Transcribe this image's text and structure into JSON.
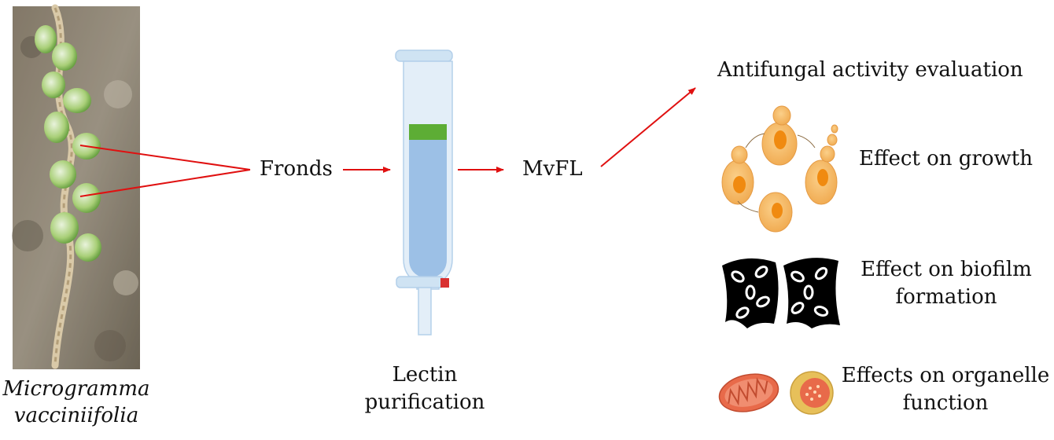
{
  "diagram": {
    "plant": {
      "line1": "Microgramma",
      "line2": "vacciniifolia",
      "icon": "fern-photo"
    },
    "fronds_label": "Fronds",
    "purification": {
      "line1": "Lectin",
      "line2": "purification",
      "icon": "chromatography-column-icon"
    },
    "product_label": "MvFL",
    "evaluation_title": "Antifungal activity evaluation",
    "effects": [
      {
        "line1": "Effect on growth",
        "line2": "",
        "icon": "yeast-budding-cycle-icon"
      },
      {
        "line1": "Effect on biofilm",
        "line2": "formation",
        "icon": "biofilm-icon"
      },
      {
        "line1": "Effects on organelle",
        "line2": "function",
        "icon": "organelle-icon"
      }
    ],
    "colors": {
      "arrow": "#e01010",
      "column_glass": "#cfe3f3",
      "column_liquid": "#9cc0e6",
      "column_band": "#5dad35",
      "stopcock": "#d93030",
      "yeast": "#f4b15c",
      "yeast_nucleus": "#f08a10",
      "biofilm": "#000000",
      "mitochondria": "#e86a4a",
      "vacuole": "#e7c05a"
    }
  }
}
